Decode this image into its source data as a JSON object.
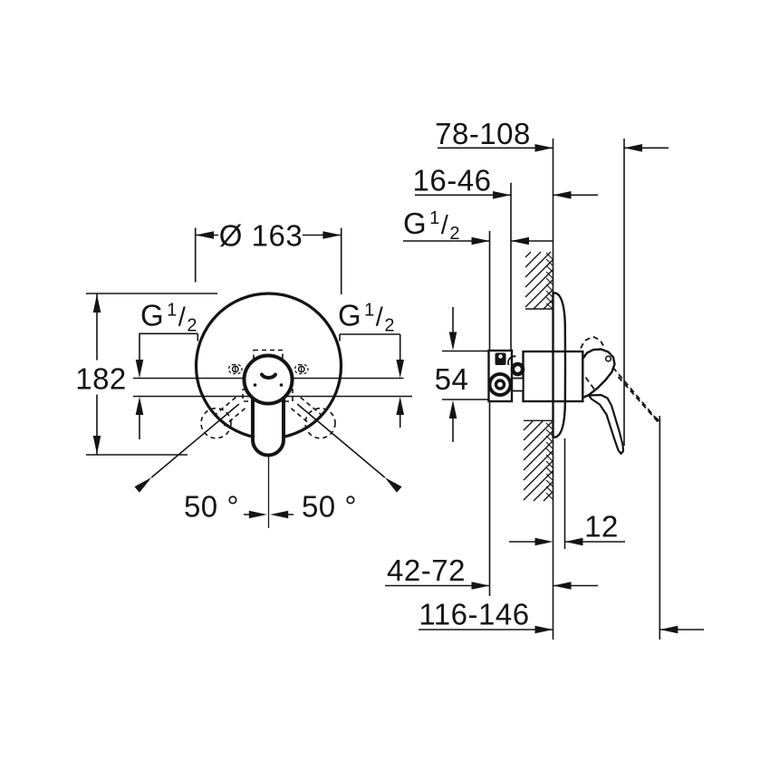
{
  "drawing": {
    "type": "technical-dimension-drawing",
    "views": [
      "front-view",
      "side-section-view"
    ],
    "colors": {
      "line": "#141414",
      "background": "#ffffff"
    }
  },
  "labels": {
    "diameter": "Ø 163",
    "height_total": "182",
    "angle_left": "50 °",
    "angle_right": "50 °",
    "wall_to_handle": "78-108",
    "box_depth": "16-46",
    "body_height": "54",
    "plate_thickness": "12",
    "rough_in_depth": "42-72",
    "total_depth": "116-146"
  },
  "thread": {
    "g": "G",
    "num": "1",
    "slash": "/",
    "den": "2"
  }
}
